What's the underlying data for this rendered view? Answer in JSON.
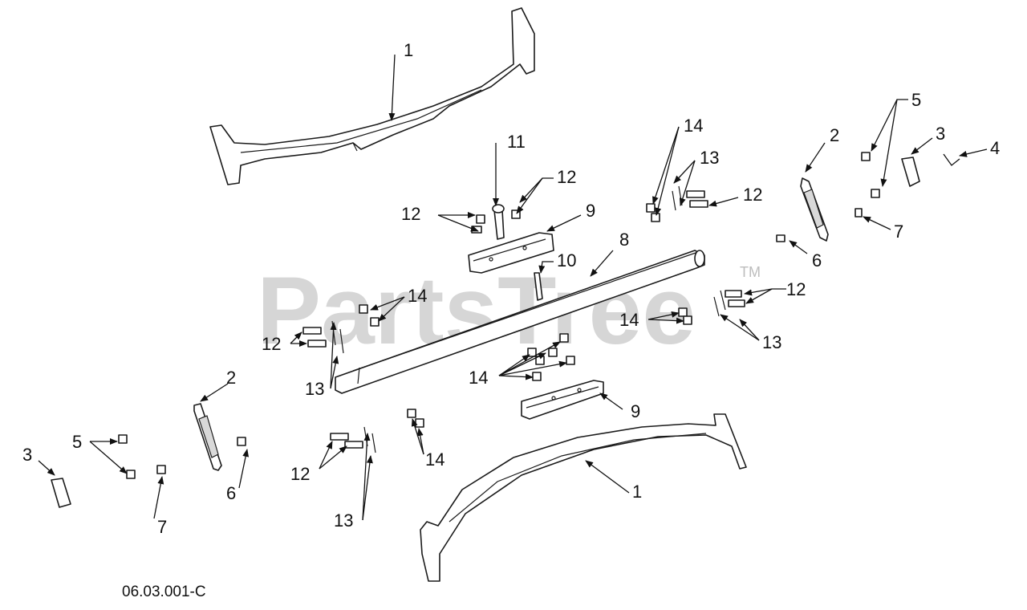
{
  "watermark": {
    "text": "PartsTree",
    "trademark": "TM"
  },
  "reference_code": "06.03.001-C",
  "callouts": {
    "c1_top": "1",
    "c1_bottom": "1",
    "c2_right": "2",
    "c2_left": "2",
    "c3_right": "3",
    "c3_left": "3",
    "c4": "4",
    "c5_right": "5",
    "c5_left": "5",
    "c6_right": "6",
    "c6_left": "6",
    "c7_right": "7",
    "c7_left": "7",
    "c8": "8",
    "c9_top": "9",
    "c9_bottom": "9",
    "c10": "10",
    "c11": "11",
    "c12_top_left": "12",
    "c12_top_mid": "12",
    "c12_top_right": "12",
    "c12_mid_right": "12",
    "c12_left": "12",
    "c12_bottom": "12",
    "c13_top_right": "13",
    "c13_mid_right": "13",
    "c13_left": "13",
    "c13_bottom": "13",
    "c14_top_right": "14",
    "c14_mid_left": "14",
    "c14_mid_right": "14",
    "c14_center": "14",
    "c14_bottom": "14"
  }
}
